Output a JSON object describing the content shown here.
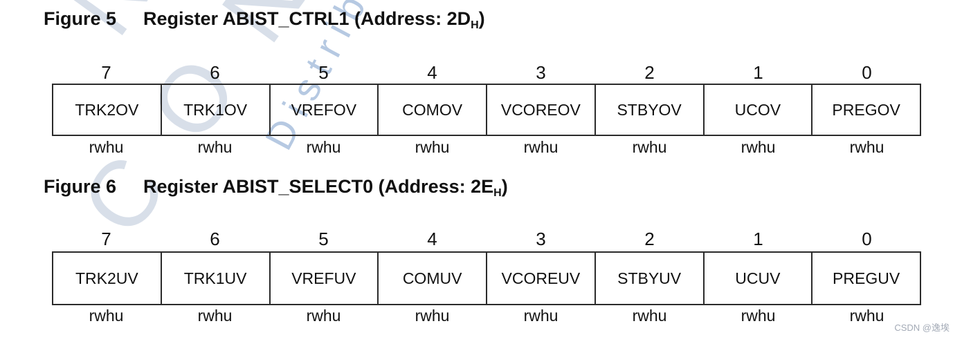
{
  "watermark": {
    "big_text": "CON",
    "big_partial_text": "N",
    "diagonal_text": "Distribu",
    "big_color": "#d8dfe9",
    "diagonal_color": "#b6c9e2"
  },
  "credit": {
    "text": "CSDN @逸埃",
    "color": "#a3aab6"
  },
  "colors": {
    "text": "#111111",
    "border": "#2b2b2b"
  },
  "figures": [
    {
      "label": "Figure 5",
      "title": "Register ABIST_CTRL1 (Address: 2D",
      "address_subscript": "H",
      "title_suffix": ")",
      "bits": [
        {
          "number": "7",
          "name": "TRK2OV",
          "access": "rwhu"
        },
        {
          "number": "6",
          "name": "TRK1OV",
          "access": "rwhu"
        },
        {
          "number": "5",
          "name": "VREFOV",
          "access": "rwhu"
        },
        {
          "number": "4",
          "name": "COMOV",
          "access": "rwhu"
        },
        {
          "number": "3",
          "name": "VCOREOV",
          "access": "rwhu"
        },
        {
          "number": "2",
          "name": "STBYOV",
          "access": "rwhu"
        },
        {
          "number": "1",
          "name": "UCOV",
          "access": "rwhu"
        },
        {
          "number": "0",
          "name": "PREGOV",
          "access": "rwhu"
        }
      ]
    },
    {
      "label": "Figure 6",
      "title": "Register ABIST_SELECT0 (Address: 2E",
      "address_subscript": "H",
      "title_suffix": ")",
      "bits": [
        {
          "number": "7",
          "name": "TRK2UV",
          "access": "rwhu"
        },
        {
          "number": "6",
          "name": "TRK1UV",
          "access": "rwhu"
        },
        {
          "number": "5",
          "name": "VREFUV",
          "access": "rwhu"
        },
        {
          "number": "4",
          "name": "COMUV",
          "access": "rwhu"
        },
        {
          "number": "3",
          "name": "VCOREUV",
          "access": "rwhu"
        },
        {
          "number": "2",
          "name": "STBYUV",
          "access": "rwhu"
        },
        {
          "number": "1",
          "name": "UCUV",
          "access": "rwhu"
        },
        {
          "number": "0",
          "name": "PREGUV",
          "access": "rwhu"
        }
      ]
    }
  ]
}
